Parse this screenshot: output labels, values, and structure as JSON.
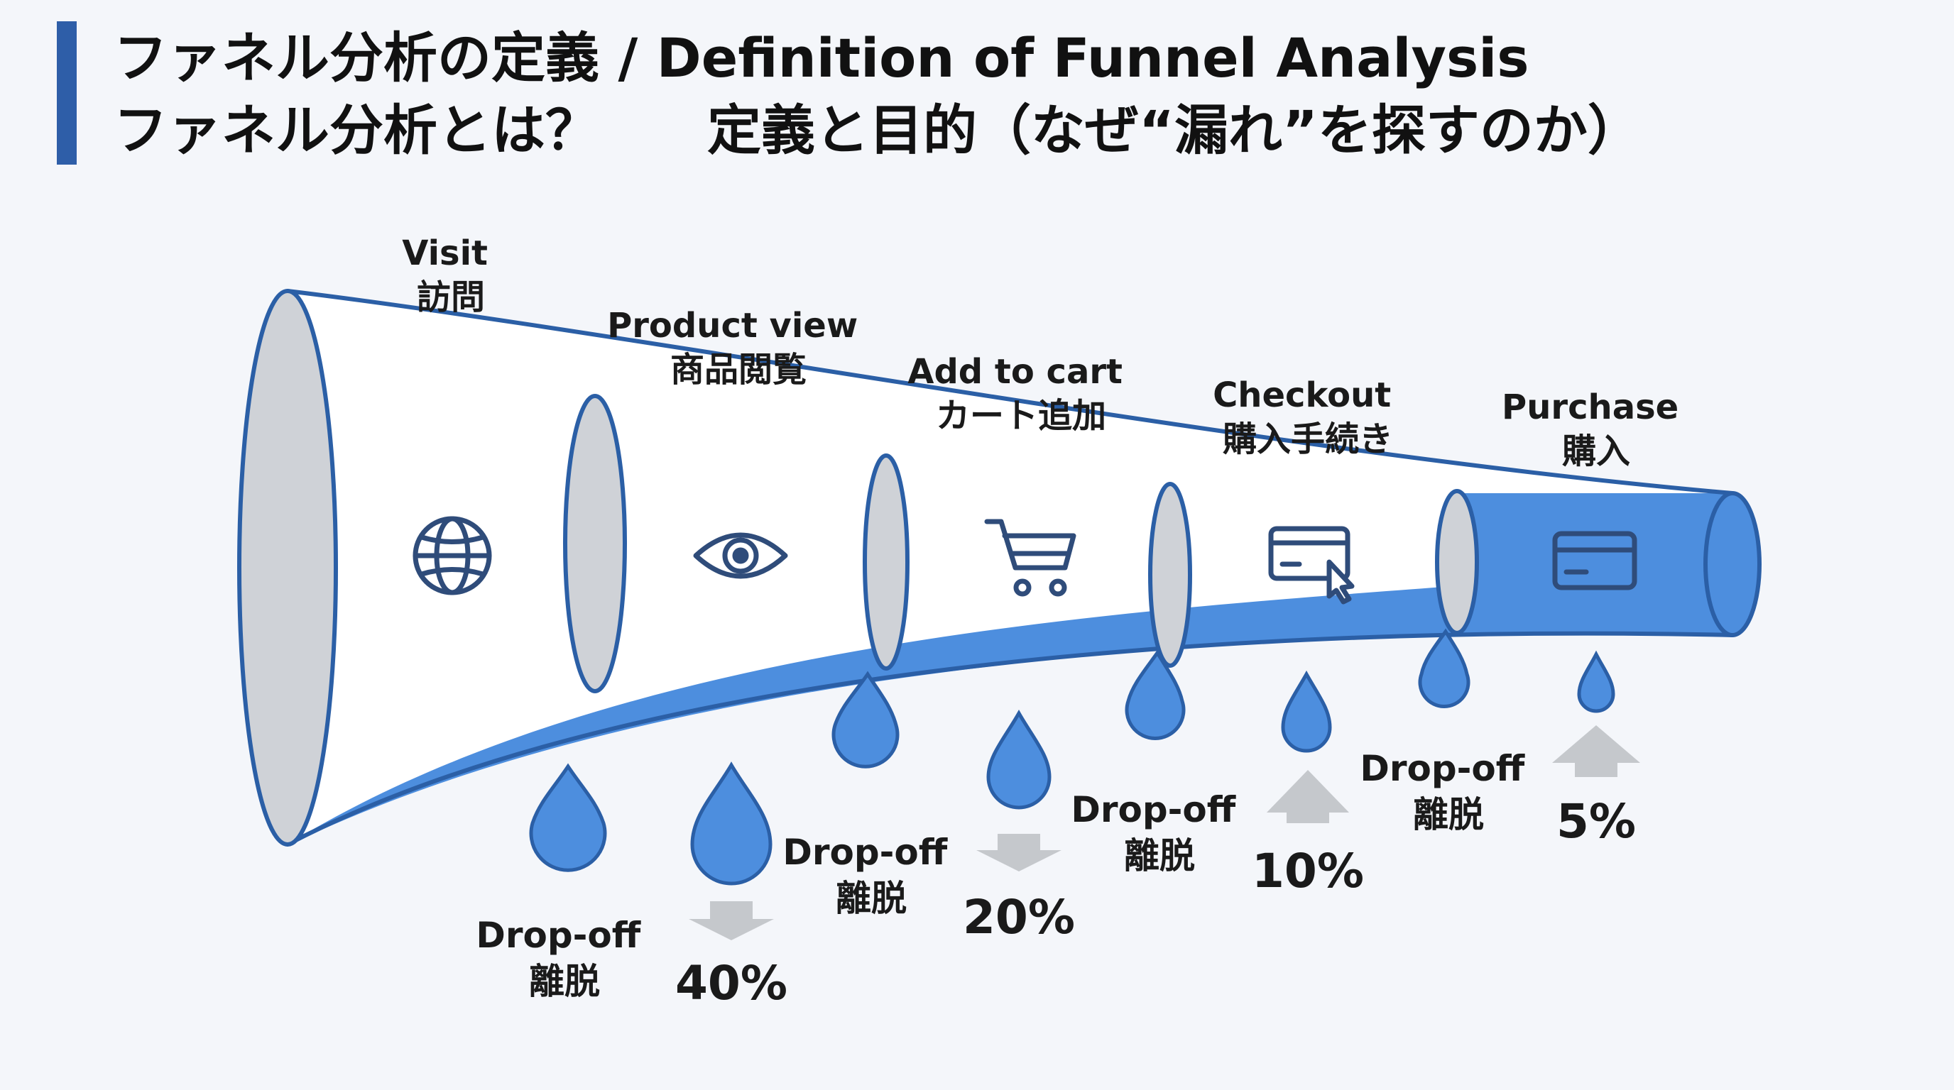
{
  "title": {
    "line1": "ファネル分析の定義 / Definition of Funnel Analysis",
    "line2": "ファネル分析とは？　　定義と目的（なぜ“漏れ”を探すのか）"
  },
  "stages": [
    {
      "en": "Visit",
      "ja": "訪問",
      "icon": "globe-icon"
    },
    {
      "en": "Product view",
      "ja": "商品閲覧",
      "icon": "eye-icon"
    },
    {
      "en": "Add to cart",
      "ja": "カート追加",
      "icon": "cart-icon"
    },
    {
      "en": "Checkout",
      "ja": "購入手続き",
      "icon": "credit-card-click-icon"
    },
    {
      "en": "Purchase",
      "ja": "購入",
      "icon": "credit-card-icon"
    }
  ],
  "dropoffs": [
    {
      "en": "Drop-off",
      "ja": "離脱",
      "value": "40%"
    },
    {
      "en": "Drop-off",
      "ja": "離脱",
      "value": "20%"
    },
    {
      "en": "Drop-off",
      "ja": "離脱",
      "value": "10%"
    },
    {
      "en": "Drop-off",
      "ja": "離脱",
      "value": "5%"
    }
  ],
  "colors": {
    "accent": "#2e5ea8",
    "water": "#4d8ede",
    "outline": "#2b5fa6",
    "ring": "#cfd2d7",
    "arrow": "#c5c8cc"
  }
}
